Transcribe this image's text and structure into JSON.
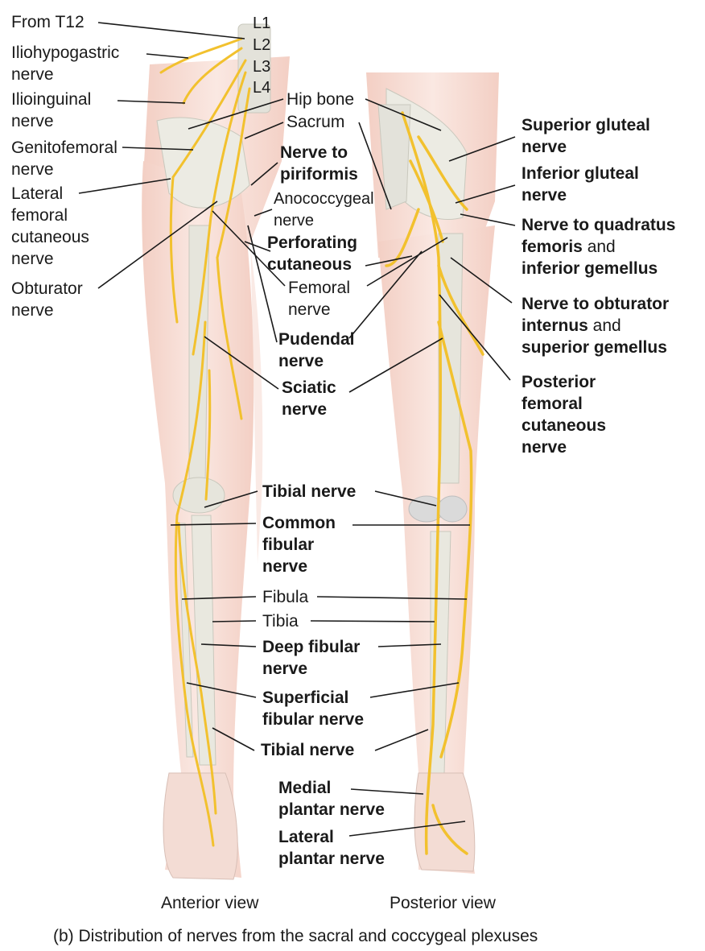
{
  "left_labels": {
    "from_t12": "From T12",
    "iliohypogastric": [
      "Iliohypogastric",
      "nerve"
    ],
    "ilioinguinal": [
      "Ilioinguinal",
      "nerve"
    ],
    "genitofemoral": [
      "Genitofemoral",
      "nerve"
    ],
    "lateral_femoral_cutaneous": [
      "Lateral",
      "femoral",
      "cutaneous",
      "nerve"
    ],
    "obturator": [
      "Obturator",
      "nerve"
    ]
  },
  "lumbar_labels": [
    "L1",
    "L2",
    "L3",
    "L4"
  ],
  "center_labels": {
    "hip_bone": "Hip bone",
    "sacrum": "Sacrum",
    "nerve_to_piriformis": [
      "Nerve to",
      "piriformis"
    ],
    "anococcygeal": [
      "Anococcygeal",
      "nerve"
    ],
    "perforating_cutaneous": [
      "Perforating",
      "cutaneous"
    ],
    "femoral": [
      "Femoral",
      "nerve"
    ],
    "pudendal": [
      "Pudendal",
      "nerve"
    ],
    "sciatic": [
      "Sciatic",
      "nerve"
    ],
    "tibial_upper": "Tibial nerve",
    "common_fibular": [
      "Common",
      "fibular",
      "nerve"
    ],
    "fibula": "Fibula",
    "tibia": "Tibia",
    "deep_fibular": [
      "Deep fibular",
      "nerve"
    ],
    "superficial_fibular": [
      "Superficial",
      "fibular nerve"
    ],
    "tibial_lower": "Tibial nerve",
    "medial_plantar": [
      "Medial",
      "plantar nerve"
    ],
    "lateral_plantar": [
      "Lateral",
      "plantar nerve"
    ]
  },
  "right_labels": {
    "superior_gluteal": [
      "Superior gluteal",
      "nerve"
    ],
    "inferior_gluteal": [
      "Inferior gluteal",
      "nerve"
    ],
    "nerve_to_quadratus": {
      "line1": "Nerve to quadratus",
      "line2_bold": "femoris",
      "line2_normal": " and",
      "line3": "inferior gemellus"
    },
    "nerve_to_obturator": {
      "line1": "Nerve to obturator",
      "line2_bold": "internus",
      "line2_normal": " and",
      "line3": "superior gemellus"
    },
    "posterior_femoral_cutaneous": [
      "Posterior",
      "femoral",
      "cutaneous",
      "nerve"
    ]
  },
  "views": {
    "anterior": "Anterior view",
    "posterior": "Posterior view"
  },
  "caption": "(b) Distribution of nerves from the sacral and coccygeal plexuses",
  "colors": {
    "nerve": "#f2c12e",
    "nerve_outline": "#c99a14",
    "skin": "#f6dcd3",
    "bone": "#ecebe3",
    "leader": "#1a1a1a"
  }
}
